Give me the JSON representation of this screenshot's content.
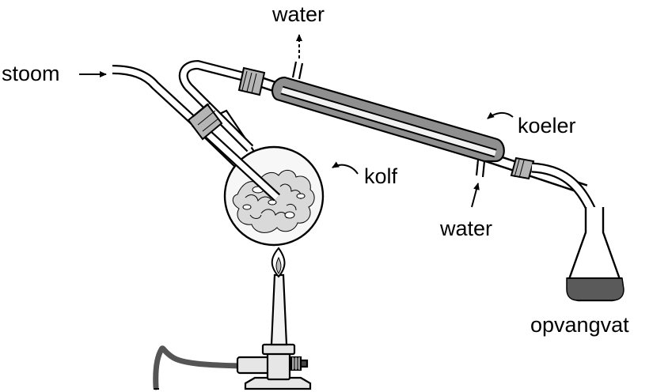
{
  "labels": {
    "steam": "stoom",
    "water_out": "water",
    "water_in": "water",
    "condenser": "koeler",
    "flask": "kolf",
    "receiver": "opvangvat"
  },
  "colors": {
    "stroke": "#000000",
    "background": "#ffffff",
    "jacket": "#8f8f8f",
    "glass": "#f2f2f2",
    "stopper": "#b5b5b5",
    "plant_material": "#c8c8c8",
    "distillate": "#5a5a5a",
    "burner": "#e6e6e6"
  }
}
